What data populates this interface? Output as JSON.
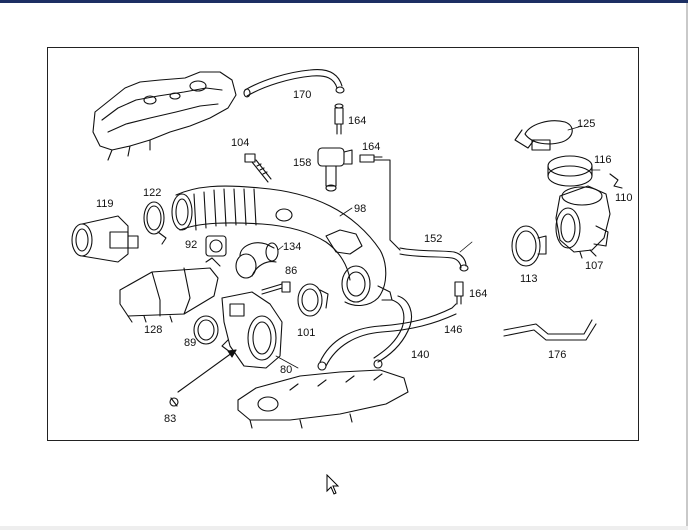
{
  "diagram": {
    "part_labels": [
      "170",
      "164",
      "104",
      "164",
      "158",
      "125",
      "116",
      "110",
      "119",
      "122",
      "98",
      "152",
      "92",
      "134",
      "86",
      "113",
      "107",
      "164",
      "128",
      "101",
      "146",
      "89",
      "80",
      "140",
      "176",
      "83"
    ]
  },
  "icons": {
    "cursor": "mouse-pointer-icon"
  },
  "colors": {
    "top_bar": "#1c2f63",
    "line": "#111111"
  }
}
